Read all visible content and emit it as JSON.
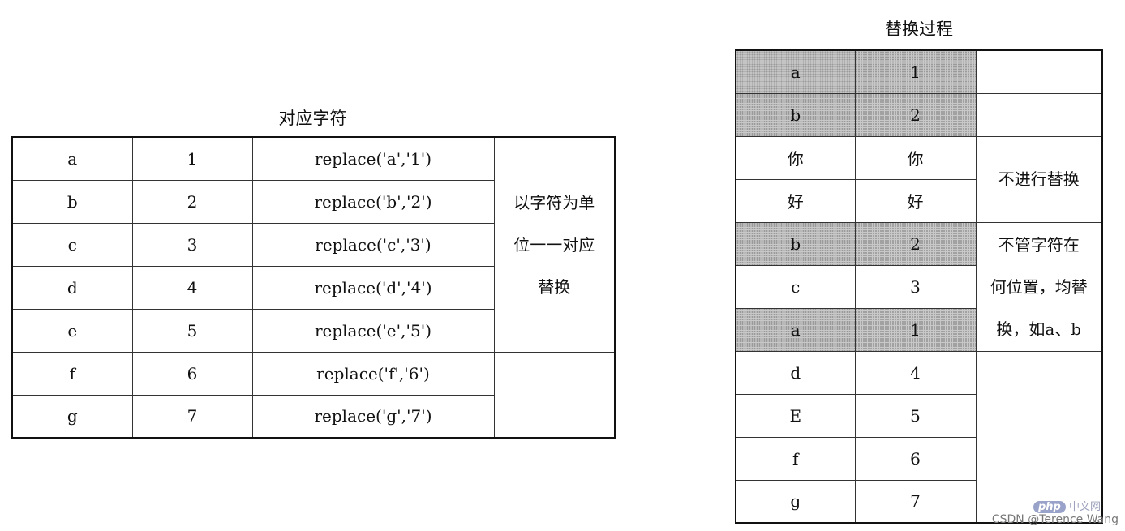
{
  "left_table": {
    "caption": "对应字符",
    "rows": [
      {
        "char": "a",
        "num": "1",
        "code": "replace('a','1')"
      },
      {
        "char": "b",
        "num": "2",
        "code": "replace('b','2')"
      },
      {
        "char": "c",
        "num": "3",
        "code": "replace('c','3')"
      },
      {
        "char": "d",
        "num": "4",
        "code": "replace('d','4')"
      },
      {
        "char": "e",
        "num": "5",
        "code": "replace('e','5')"
      },
      {
        "char": "f",
        "num": "6",
        "code": "replace('f','6')"
      },
      {
        "char": "g",
        "num": "7",
        "code": "replace('g','7')"
      }
    ],
    "note_lines": [
      "以字符为单",
      "位一一对应",
      "替换"
    ]
  },
  "right_table": {
    "caption": "替换过程",
    "rows": [
      {
        "from": "a",
        "to": "1",
        "shaded": true
      },
      {
        "from": "b",
        "to": "2",
        "shaded": true
      },
      {
        "from": "你",
        "to": "你",
        "shaded": false
      },
      {
        "from": "好",
        "to": "好",
        "shaded": false
      },
      {
        "from": "b",
        "to": "2",
        "shaded": true
      },
      {
        "from": "c",
        "to": "3",
        "shaded": false
      },
      {
        "from": "a",
        "to": "1",
        "shaded": true
      },
      {
        "from": "d",
        "to": "4",
        "shaded": false
      },
      {
        "from": "E",
        "to": "5",
        "shaded": false
      },
      {
        "from": "f",
        "to": "6",
        "shaded": false
      },
      {
        "from": "g",
        "to": "7",
        "shaded": false
      }
    ],
    "note_no_replace": "不进行替换",
    "note_any_position_lines": [
      "不管字符在",
      "何位置，均替",
      "换，如a、b"
    ]
  },
  "watermark": {
    "text": "CSDN @Terence Wang",
    "logo_php": "php",
    "logo_site": "中文网"
  },
  "colors": {
    "shade": "#c8c8c8",
    "border": "#111111"
  }
}
